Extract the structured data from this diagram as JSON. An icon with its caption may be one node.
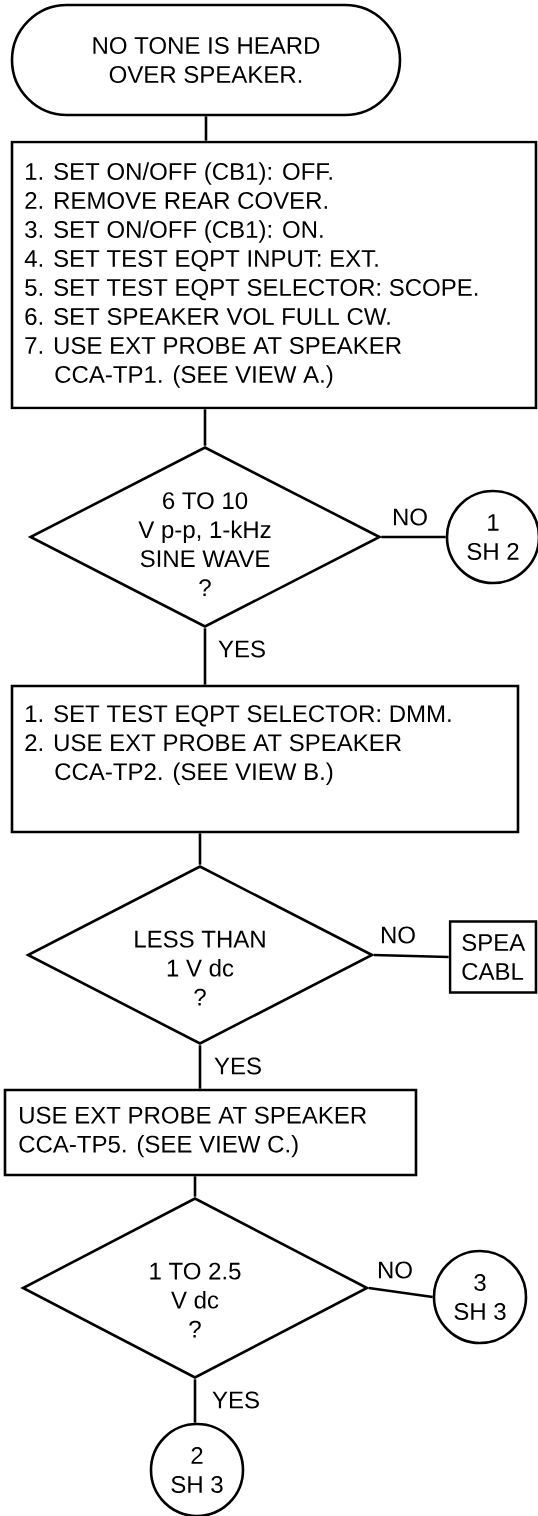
{
  "diagram": {
    "nodes": [
      {
        "text": [
          "NO TONE IS HEARD OVER SPEAKER."
        ]
      },
      {
        "text": [
          "1. SET ON/OFF (CB1): OFF.",
          "2. REMOVE REAR COVER.",
          "3. SET ON/OFF (CB1): ON.",
          "4. SET TEST EQPT INPUT: EXT.",
          "5. SET TEST EQPT SELECTOR: SCOPE.",
          "6. SET SPEAKER VOL FULL CW.",
          "7. USE EXT PROBE AT SPEAKER CCA-TP1. (SEE VIEW A.)"
        ]
      },
      {
        "text": [
          "6 TO 10 V p-p, 1-kHz SINE WAVE ?"
        ]
      },
      {
        "text": [
          "1 SH 2"
        ]
      },
      {
        "text": [
          "1. SET TEST EQPT SELECTOR: DMM.",
          "2. USE EXT PROBE AT SPEAKER CCA-TP2. (SEE VIEW B.)"
        ]
      },
      {
        "text": [
          "LESS THAN 1 V dc ?"
        ]
      },
      {
        "text": [
          "SPEA CABL"
        ]
      },
      {
        "text": [
          "USE EXT PROBE AT SPEAKER CCA-TP5. (SEE VIEW C.)"
        ]
      },
      {
        "text": [
          "1 TO 2.5 V dc ?"
        ]
      },
      {
        "text": [
          "3 SH 3"
        ]
      },
      {
        "text": [
          "2 SH 3"
        ]
      }
    ],
    "edges": [
      {
        "from": 0,
        "to": 1,
        "arrow": "none"
      },
      {
        "from": 1,
        "to": 2,
        "arrow": "none"
      },
      {
        "from": 2,
        "to": 3,
        "label": "NO",
        "arrow": "none"
      },
      {
        "from": 2,
        "to": 4,
        "label": "YES",
        "arrow": "none"
      },
      {
        "from": 4,
        "to": 5,
        "arrow": "none"
      },
      {
        "from": 5,
        "to": 6,
        "label": "NO",
        "arrow": "none"
      },
      {
        "from": 5,
        "to": 7,
        "label": "YES",
        "arrow": "none"
      },
      {
        "from": 7,
        "to": 8,
        "arrow": "none"
      },
      {
        "from": 8,
        "to": 9,
        "label": "NO",
        "arrow": "none"
      },
      {
        "from": 8,
        "to": 10,
        "label": "YES",
        "arrow": "none"
      }
    ]
  }
}
